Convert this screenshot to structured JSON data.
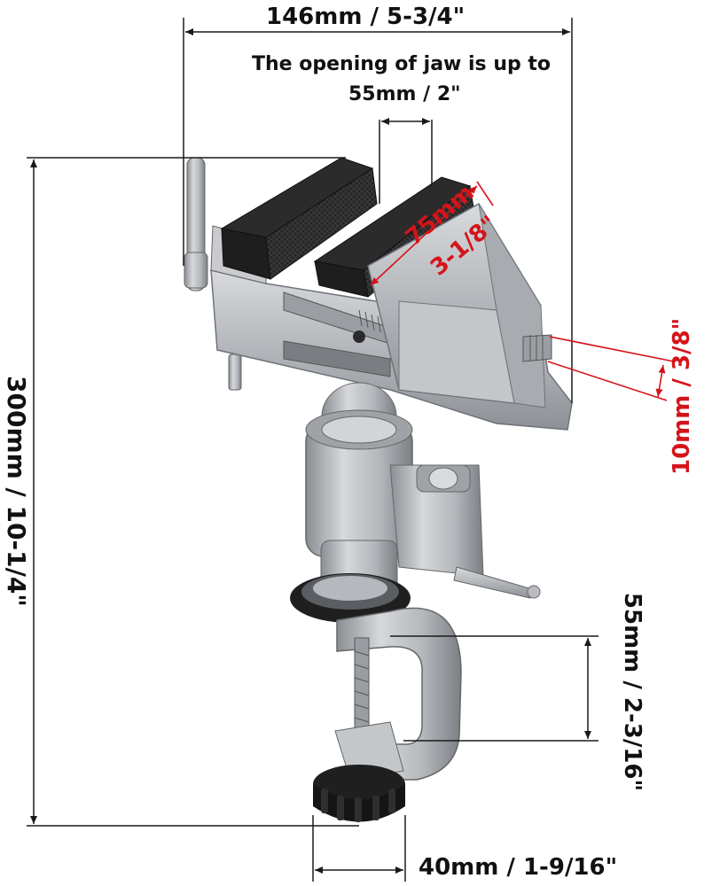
{
  "colors": {
    "dimension_line": "#1a1a1a",
    "accent_red": "#d4141a",
    "aluminum": "#b9bcc0",
    "aluminum_dark": "#7d8186",
    "rubber": "#1f1f1f"
  },
  "dimensions": {
    "overall_width": "146mm / 5-3/4\"",
    "jaw_opening_line1": "The opening of jaw is up to",
    "jaw_opening_line2": "55mm / 2\"",
    "jaw_length_line1": "75mm",
    "jaw_length_line2": "3-1/8\"",
    "screw_diameter": "10mm / 3/8\"",
    "overall_height": "300mm / 10-1/4\"",
    "clamp_opening": "55mm / 2-3/16\"",
    "knob_diameter": "40mm / 1-9/16\""
  },
  "icons": [
    "bench-vise-illustration",
    "dimension-arrow"
  ]
}
